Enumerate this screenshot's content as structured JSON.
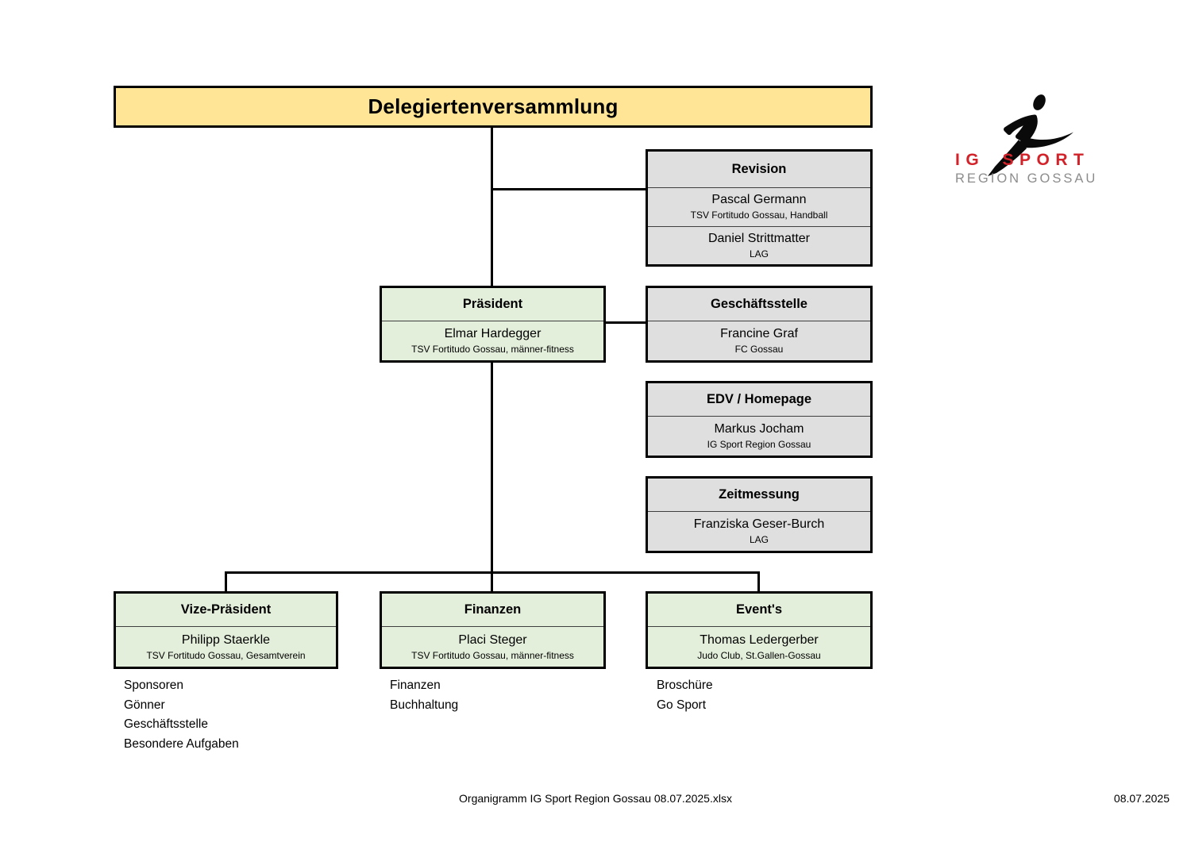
{
  "root": {
    "title": "Delegiertenversammlung"
  },
  "logo": {
    "runner_icon": "runner-icon",
    "brand_line1": "IG SPORT",
    "brand_line2": "REGION GOSSAU",
    "brand_red": "#D2232A",
    "brand_gray": "#8C8C8C"
  },
  "nodes": {
    "revision": {
      "title": "Revision",
      "members": [
        {
          "name": "Pascal Germann",
          "org": "TSV Fortitudo Gossau, Handball"
        },
        {
          "name": "Daniel Strittmatter",
          "org": "LAG"
        }
      ]
    },
    "praesident": {
      "title": "Präsident",
      "name": "Elmar Hardegger",
      "org": "TSV Fortitudo Gossau, männer-fitness"
    },
    "geschaeftsstelle": {
      "title": "Geschäftsstelle",
      "name": "Francine Graf",
      "org": "FC Gossau"
    },
    "edv": {
      "title": "EDV / Homepage",
      "name": "Markus Jocham",
      "org": "IG Sport Region Gossau"
    },
    "zeitmessung": {
      "title": "Zeitmessung",
      "name": "Franziska Geser-Burch",
      "org": "LAG"
    },
    "vize_praesident": {
      "title": "Vize-Präsident",
      "name": "Philipp Staerkle",
      "org": "TSV Fortitudo Gossau, Gesamtverein",
      "tasks": [
        "Sponsoren",
        "Gönner",
        "Geschäftsstelle",
        "Besondere Aufgaben"
      ]
    },
    "finanzen": {
      "title": "Finanzen",
      "name": "Placi Steger",
      "org": "TSV Fortitudo Gossau, männer-fitness",
      "tasks": [
        "Finanzen",
        "Buchhaltung"
      ]
    },
    "events": {
      "title": "Event's",
      "name": "Thomas Ledergerber",
      "org": "Judo Club, St.Gallen-Gossau",
      "tasks": [
        "Broschüre",
        "Go Sport"
      ]
    }
  },
  "footer": {
    "center": "Organigramm IG Sport Region Gossau 08.07.2025.xlsx",
    "right": "08.07.2025"
  },
  "colors": {
    "root_fill": "#FFE595",
    "board_fill": "#E3EFDB",
    "staff_fill": "#DFDFDF",
    "line": "#000000",
    "divider": "#3F3F3F"
  }
}
